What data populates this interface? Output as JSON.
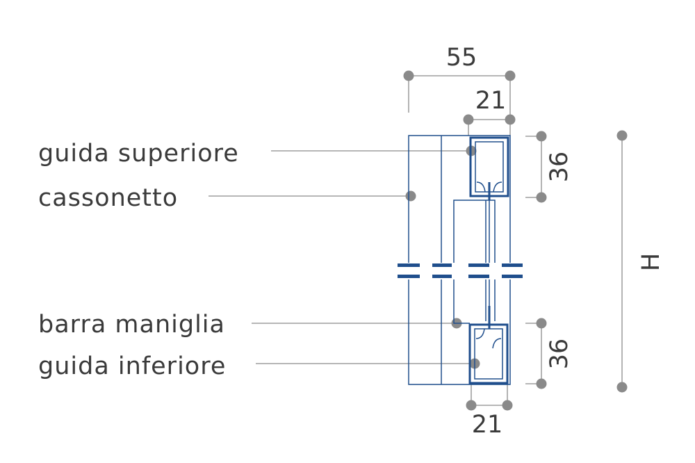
{
  "labels": {
    "guida_superiore": "guida superiore",
    "cassonetto": "cassonetto",
    "barra_maniglia": "barra maniglia",
    "guida_inferiore": "guida inferiore"
  },
  "dimensions": {
    "total_width": "55",
    "top_guide_width": "21",
    "bottom_guide_width": "21",
    "top_guide_height": "36",
    "bottom_guide_height": "36",
    "height": "H"
  },
  "colors": {
    "profile": "#1f4e8c",
    "dimension": "#8a8a8a",
    "text": "#3a3a3a"
  }
}
